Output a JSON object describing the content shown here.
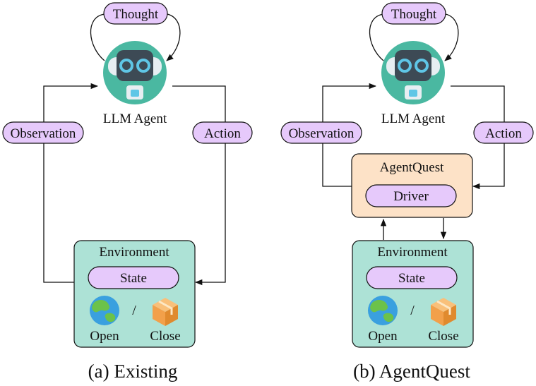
{
  "panels": [
    {
      "caption": "(a) Existing",
      "thought": "Thought",
      "agent": "LLM Agent",
      "observation": "Observation",
      "action": "Action",
      "environment": {
        "title": "Environment",
        "state": "State",
        "open": "Open",
        "separator": "/",
        "close": "Close"
      }
    },
    {
      "caption": "(b) AgentQuest",
      "thought": "Thought",
      "agent": "LLM Agent",
      "observation": "Observation",
      "action": "Action",
      "framework": {
        "title": "AgentQuest",
        "driver": "Driver"
      },
      "environment": {
        "title": "Environment",
        "state": "State",
        "open": "Open",
        "separator": "/",
        "close": "Close"
      }
    }
  ],
  "icons": {
    "agent": "robot-icon",
    "open": "globe-icon",
    "close": "box-icon"
  },
  "colors": {
    "pill": "#e6c9fb",
    "environment": "#ade2d6",
    "framework": "#fde2c7",
    "robot_body": "#4ab8a1",
    "robot_head": "#3d4a55",
    "robot_eye": "#5fc6e6",
    "globe_water": "#3aa0df",
    "globe_land": "#6cc24a",
    "box": "#f2a04a"
  }
}
